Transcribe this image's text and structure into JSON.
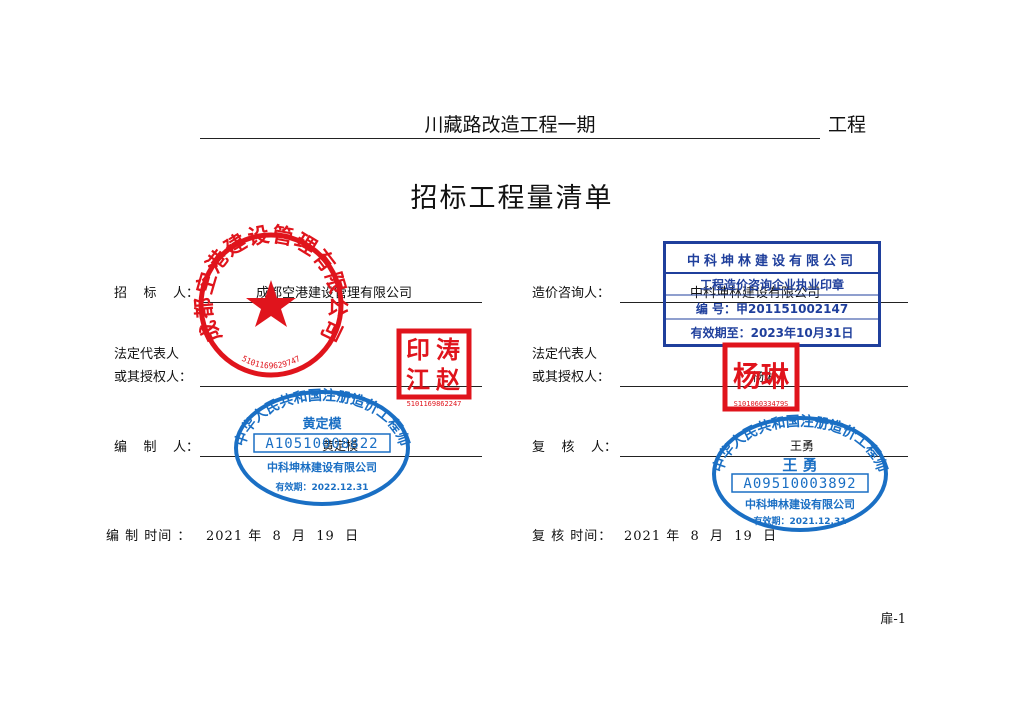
{
  "header": {
    "project_name": "川藏路改造工程一期",
    "project_suffix": "工程",
    "title": "招标工程量清单"
  },
  "left": {
    "tenderer_label": "招    标    人：",
    "tenderer_value": "成都空港建设管理有限公司",
    "legal_rep_label_1": "法定代表人",
    "legal_rep_label_2": "或其授权人：",
    "preparer_label": "编    制    人：",
    "preparer_value": "黄定模",
    "date_label": "编 制 时间 ：",
    "date_value": "2021 年  8  月  19  日"
  },
  "right": {
    "consultant_label": "造价咨询人：",
    "consultant_value": "中科坤林建设有限公司",
    "legal_rep_label_1": "法定代表人",
    "legal_rep_label_2": "或其授权人：",
    "legal_rep_value": "杨琳",
    "reviewer_label": "复    核    人：",
    "reviewer_value": "王勇",
    "date_label": "复 核 时间：",
    "date_value": "2021 年  8  月  19  日"
  },
  "footer": {
    "page_no": "扉-1"
  },
  "seals": {
    "red_round": {
      "ring_text": "成都空港建设管理有限公司",
      "code": "5101169629747",
      "color": "#e0141c"
    },
    "red_square_left": {
      "text": "涛赵印江",
      "code": "5101169862247",
      "color": "#e0141c"
    },
    "red_square_right": {
      "text": "杨琳",
      "code": "S10106033479S",
      "color": "#e0141c"
    },
    "blue_oval_left": {
      "ring_text": "中华人民共和国注册造价工程师",
      "name": "黄定模",
      "reg_no": "A10510008822",
      "company": "中科坤林建设有限公司",
      "valid": "有效期：2022.12.31",
      "color": "#1a6fc4"
    },
    "blue_oval_right": {
      "ring_text": "中华人民共和国注册造价工程师",
      "name": "王  勇",
      "reg_no": "A09510003892",
      "company": "中科坤林建设有限公司",
      "valid": "有效期：2021.12.31",
      "color": "#1a6fc4"
    },
    "blue_rect": {
      "company": "中科坤林建设有限公司",
      "title": "工程造价咨询企业执业印章",
      "number": "编  号：甲201151002147",
      "valid": "有效期至：2023年10月31日",
      "color": "#1f3f9c"
    }
  }
}
